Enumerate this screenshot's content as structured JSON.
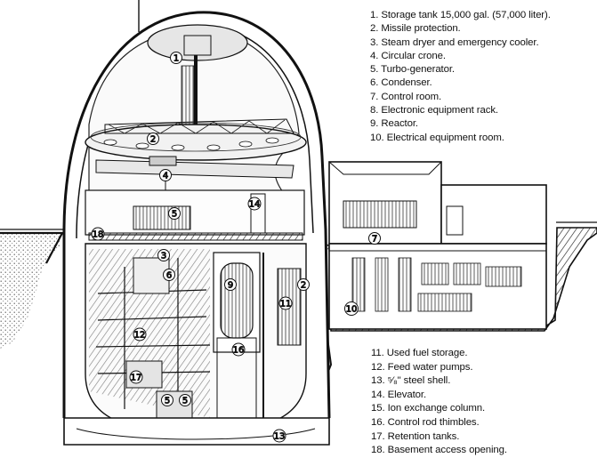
{
  "legend_top": [
    {
      "number": "1",
      "text": "1. Storage tank 15,000 gal. (57,000 liter)."
    },
    {
      "number": "2",
      "text": "2. Missile protection."
    },
    {
      "number": "3",
      "text": "3. Steam dryer and emergency cooler."
    },
    {
      "number": "4",
      "text": "4. Circular crone."
    },
    {
      "number": "5",
      "text": "5. Turbo-generator."
    },
    {
      "number": "6",
      "text": "6. Condenser."
    },
    {
      "number": "7",
      "text": "7. Control room."
    },
    {
      "number": "8",
      "text": "8. Electronic equipment rack."
    },
    {
      "number": "9",
      "text": "9. Reactor."
    },
    {
      "number": "10",
      "text": "10. Electrical equipment room."
    }
  ],
  "legend_bottom": [
    {
      "number": "11",
      "text": "11. Used fuel storage."
    },
    {
      "number": "12",
      "text": "12. Feed water pumps."
    },
    {
      "number": "13",
      "text": "13. ⁵⁄₈\" steel shell."
    },
    {
      "number": "14",
      "text": "14. Elevator."
    },
    {
      "number": "15",
      "text": "15. Ion exchange column."
    },
    {
      "number": "16",
      "text": "16. Control rod thimbles."
    },
    {
      "number": "17",
      "text": "17. Retention tanks."
    },
    {
      "number": "18",
      "text": "18. Basement access opening."
    }
  ],
  "callouts": [
    "1",
    "2",
    "2",
    "3",
    "4",
    "5",
    "5",
    "5",
    "6",
    "7",
    "9",
    "10",
    "11",
    "12",
    "13",
    "14",
    "16",
    "17",
    "18"
  ]
}
